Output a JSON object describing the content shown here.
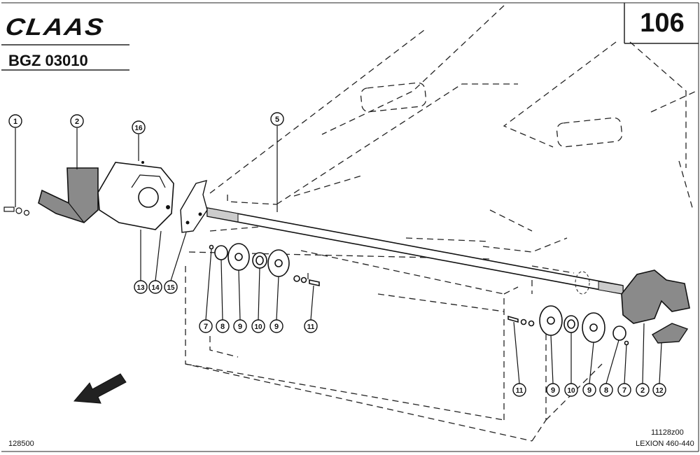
{
  "header": {
    "brand": "CLAAS",
    "page_number": "106",
    "group_code": "BGZ 03010"
  },
  "footer": {
    "left_code": "128500",
    "drawing_code": "11128z00",
    "model": "LEXION 460-440"
  },
  "callouts": [
    "1",
    "2",
    "16",
    "5",
    "13",
    "14",
    "15",
    "7",
    "8",
    "9",
    "10",
    "9",
    "11",
    "11",
    "9",
    "10",
    "9",
    "8",
    "7",
    "2",
    "12"
  ]
}
